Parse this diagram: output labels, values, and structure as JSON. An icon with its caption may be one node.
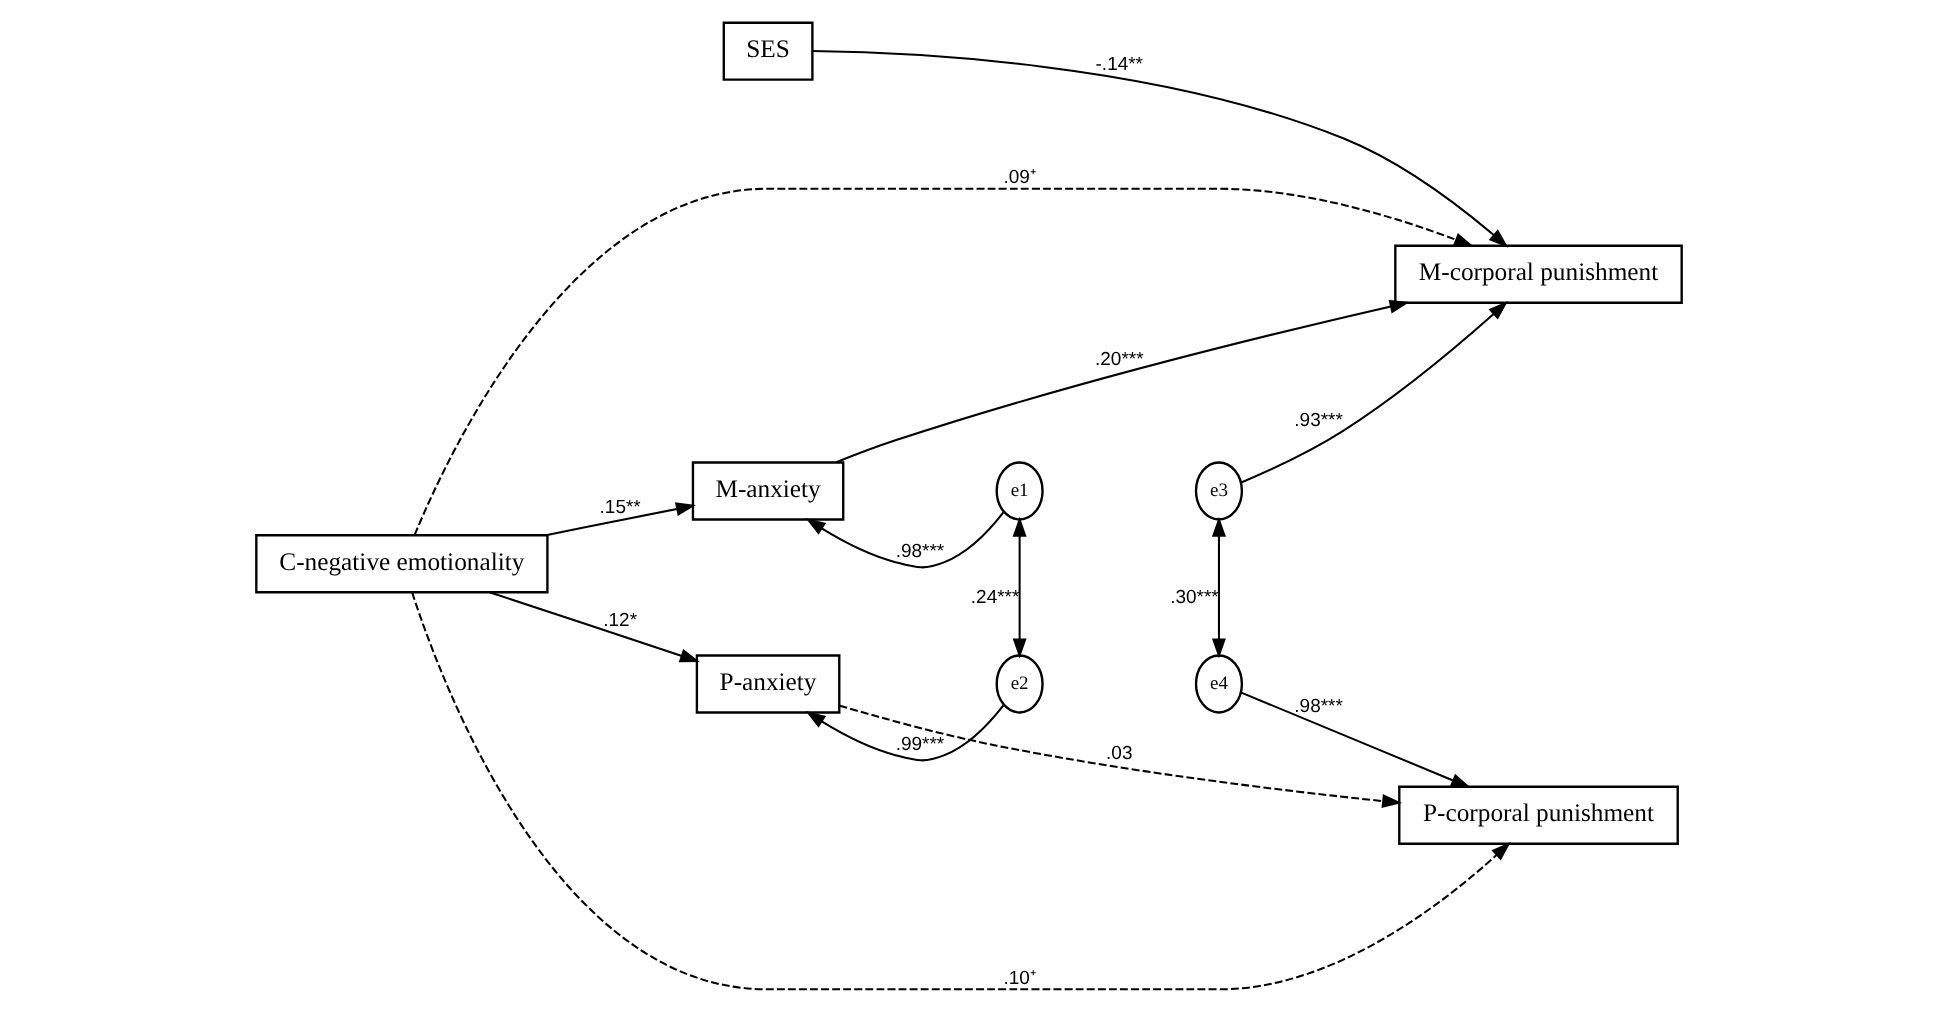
{
  "diagram": {
    "nodes": [
      {
        "text": [
          "SES"
        ]
      },
      {
        "text": [
          "M-corporal punishment"
        ]
      },
      {
        "text": [
          "C-negative emotionality"
        ]
      },
      {
        "text": [
          "M-anxiety"
        ]
      },
      {
        "text": [
          "e1"
        ]
      },
      {
        "text": [
          "P-anxiety"
        ]
      },
      {
        "text": [
          "e2"
        ]
      },
      {
        "text": [
          "e3"
        ]
      },
      {
        "text": [
          "e4"
        ]
      },
      {
        "text": [
          "P-corporal punishment"
        ]
      }
    ],
    "edges": [
      {
        "from": 0,
        "to": 1,
        "arrow": "to",
        "label": "-.14**"
      },
      {
        "from": 2,
        "to": 1,
        "arrow": "to",
        "label": ".09⁺",
        "style": "dashed"
      },
      {
        "from": 3,
        "to": 1,
        "arrow": "to",
        "label": ".20***"
      },
      {
        "from": 2,
        "to": 3,
        "arrow": "to",
        "label": ".15**"
      },
      {
        "from": 2,
        "to": 5,
        "arrow": "to",
        "label": ".12*"
      },
      {
        "from": 4,
        "to": 3,
        "arrow": "to",
        "label": ".98***"
      },
      {
        "from": 6,
        "to": 5,
        "arrow": "to",
        "label": ".99***"
      },
      {
        "from": 4,
        "to": 6,
        "arrow": "both",
        "label": ".24***"
      },
      {
        "from": 7,
        "to": 1,
        "arrow": "to",
        "label": ".93***"
      },
      {
        "from": 7,
        "to": 8,
        "arrow": "both",
        "label": ".30***"
      },
      {
        "from": 8,
        "to": 9,
        "arrow": "to",
        "label": ".98***"
      },
      {
        "from": 2,
        "to": 9,
        "arrow": "to",
        "label": ".10⁺",
        "style": "dashed"
      },
      {
        "from": 5,
        "to": 9,
        "arrow": "to",
        "label": ".03",
        "style": "dashed"
      }
    ]
  }
}
